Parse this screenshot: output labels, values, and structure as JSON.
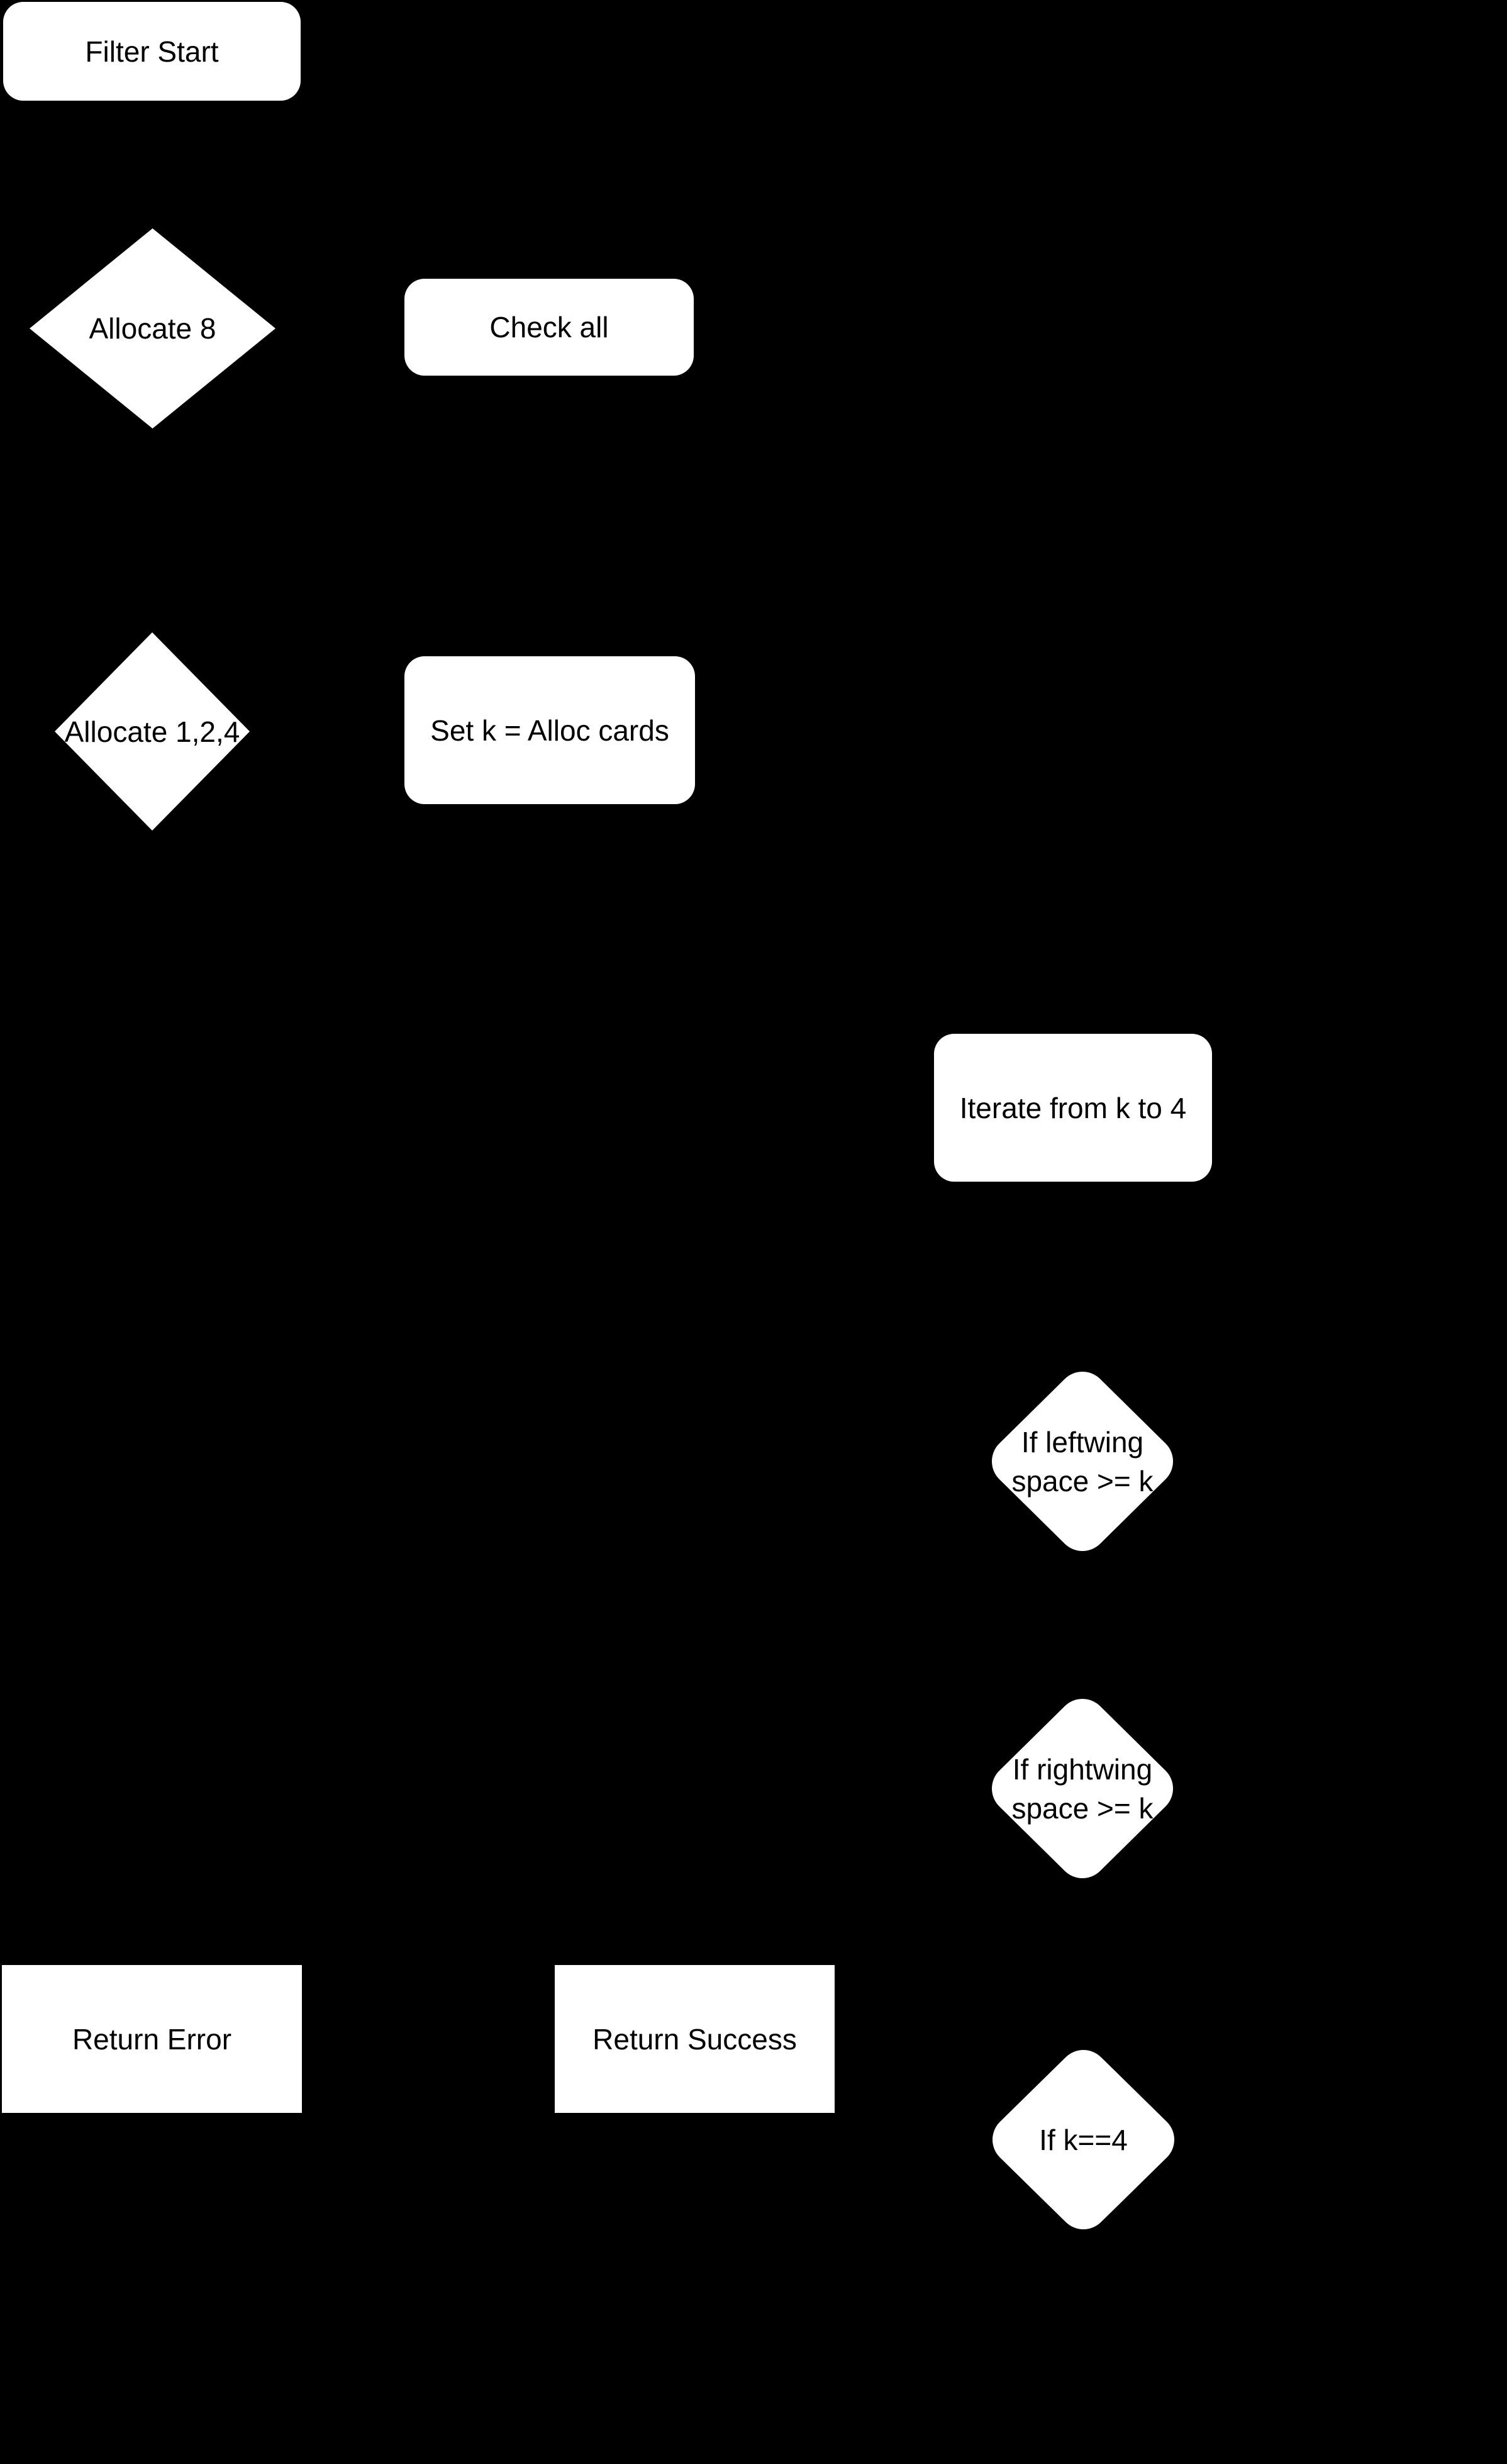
{
  "diagram": {
    "title": "Card allocation filter flowchart",
    "background_color": "#000000",
    "node_fill_color": "#ffffff",
    "node_text_color": "#000000",
    "nodes": [
      {
        "id": "filter-start",
        "shape": "rounded-rectangle",
        "label": "Filter Start"
      },
      {
        "id": "allocate-8",
        "shape": "diamond",
        "label": "Allocate 8"
      },
      {
        "id": "check-all",
        "shape": "rounded-rectangle",
        "label": "Check all"
      },
      {
        "id": "allocate-124",
        "shape": "diamond",
        "label": "Allocate 1,2,4"
      },
      {
        "id": "set-k",
        "shape": "rounded-rectangle",
        "label": "Set k = Alloc cards"
      },
      {
        "id": "iterate",
        "shape": "rounded-rectangle",
        "label": "Iterate from k to 4"
      },
      {
        "id": "if-leftwing",
        "shape": "rounded-diamond",
        "label": "If leftwing\nspace >= k"
      },
      {
        "id": "if-rightwing",
        "shape": "rounded-diamond",
        "label": "If rightwing\nspace >= k"
      },
      {
        "id": "return-error",
        "shape": "rectangle",
        "label": "Return Error"
      },
      {
        "id": "return-success",
        "shape": "rectangle",
        "label": "Return Success"
      },
      {
        "id": "if-k4",
        "shape": "rounded-diamond",
        "label": "If k==4"
      }
    ]
  }
}
